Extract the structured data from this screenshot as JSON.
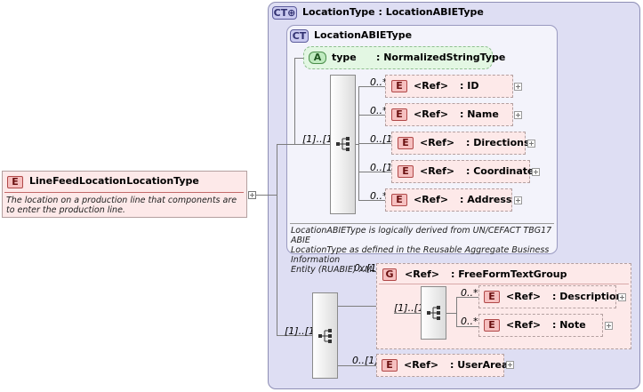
{
  "root": {
    "badge": "E",
    "name": "LineFeedLocation",
    "type": ": LocationType",
    "description": "The location on a production line that components are to enter the production line."
  },
  "location_type": {
    "badge": "CT",
    "label": "LocationType : LocationABIEType"
  },
  "abie_type": {
    "badge": "CT",
    "label": "LocationABIEType",
    "attribute": {
      "badge": "A",
      "name": "type",
      "type": ": NormalizedStringType"
    },
    "sequence_card": "[1]..[1]",
    "elements": [
      {
        "badge": "E",
        "card": "0..*",
        "ref": "<Ref>",
        "name": ": ID"
      },
      {
        "badge": "E",
        "card": "0..*",
        "ref": "<Ref>",
        "name": ": Name"
      },
      {
        "badge": "E",
        "card": "0..[1]",
        "ref": "<Ref>",
        "name": ": Directions"
      },
      {
        "badge": "E",
        "card": "0..[1]",
        "ref": "<Ref>",
        "name": ": Coordinate"
      },
      {
        "badge": "E",
        "card": "0..*",
        "ref": "<Ref>",
        "name": ": Address"
      }
    ],
    "note_lines": [
      "LocationABIEType is logically derived from UN/CEFACT TBG17 ABIE",
      "LocationType as defined in the Reusable Aggregate Business Information",
      "Entity (RUABIE) XML Schema file."
    ]
  },
  "extension": {
    "sequence_card": "[1]..[1]",
    "group": {
      "badge": "G",
      "card": "0..[1]",
      "ref": "<Ref>",
      "name": ": FreeFormTextGroup",
      "sequence_card": "[1]..[1]",
      "elements": [
        {
          "badge": "E",
          "card": "0..*",
          "ref": "<Ref>",
          "name": ": Description"
        },
        {
          "badge": "E",
          "card": "0..*",
          "ref": "<Ref>",
          "name": ": Note"
        }
      ]
    },
    "user_area": {
      "badge": "E",
      "card": "0..[1]",
      "ref": "<Ref>",
      "name": ": UserArea"
    }
  }
}
